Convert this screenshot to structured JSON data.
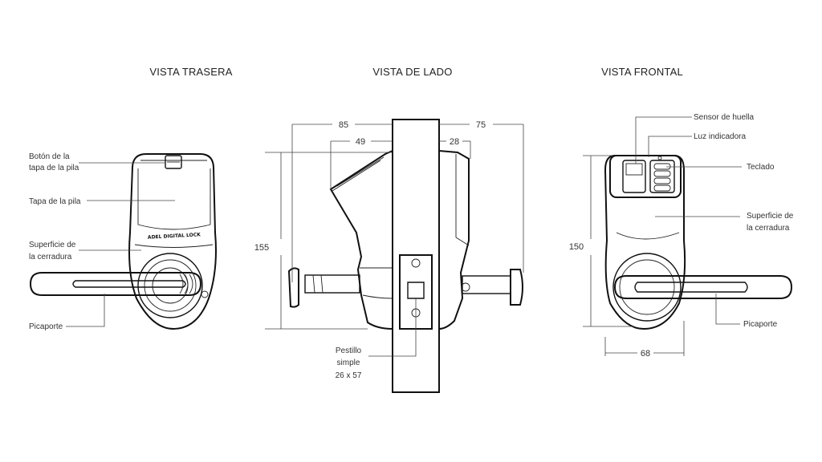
{
  "titles": {
    "rear": "VISTA TRASERA",
    "side": "VISTA DE LADO",
    "front": "VISTA FRONTAL"
  },
  "rear_labels": {
    "battery_button_1": "Botón de la",
    "battery_button_2": "tapa de la pila",
    "battery_cover": "Tapa de la pila",
    "lock_surface_1": "Superficie de",
    "lock_surface_2": "la cerradura",
    "handle": "Picaporte",
    "brand_text": "ADEL DIGITAL LOCK"
  },
  "side_labels": {
    "dim_85": "85",
    "dim_75": "75",
    "dim_49": "49",
    "dim_28": "28",
    "dim_155": "155",
    "latch_1": "Pestillo",
    "latch_2": "simple",
    "latch_3": "26 x 57"
  },
  "front_labels": {
    "fingerprint": "Sensor de huella",
    "indicator": "Luz indicadora",
    "keypad": "Teclado",
    "lock_surface_1": "Superficie de",
    "lock_surface_2": "la cerradura",
    "handle": "Picaporte",
    "dim_150": "150",
    "dim_68": "68"
  },
  "colors": {
    "line": "#111111",
    "text": "#333333",
    "background": "#ffffff"
  }
}
